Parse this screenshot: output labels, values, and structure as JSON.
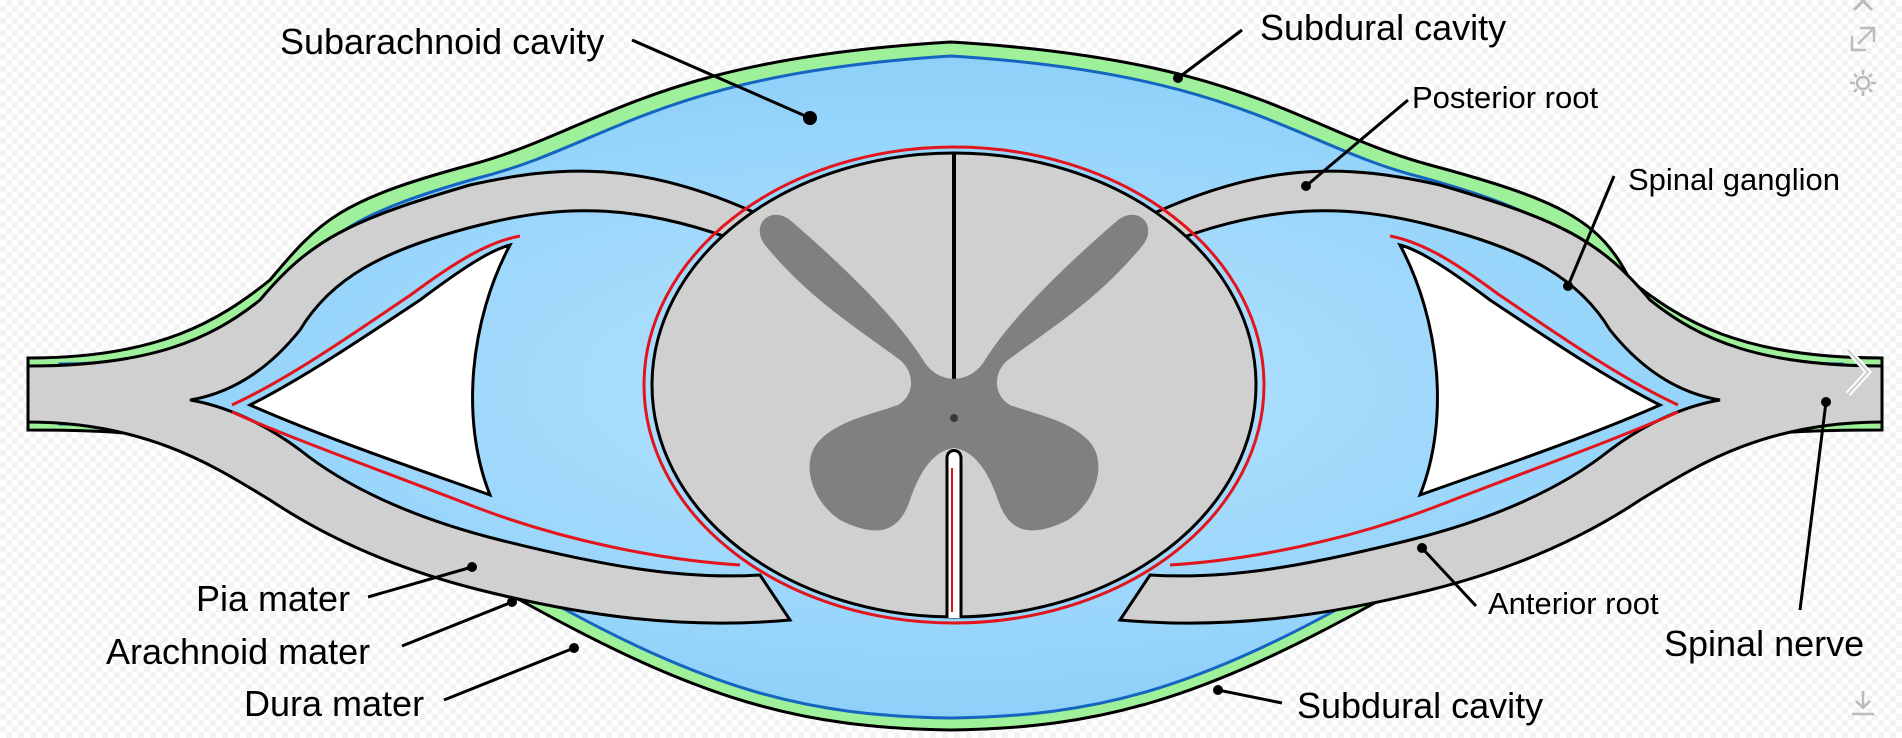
{
  "labels": {
    "subarachnoid_cavity": "Subarachnoid cavity",
    "subdural_cavity_top": "Subdural cavity",
    "posterior_root": "Posterior root",
    "spinal_ganglion": "Spinal ganglion",
    "pia_mater": "Pia mater",
    "arachnoid_mater": "Arachnoid mater",
    "dura_mater": "Dura mater",
    "subdural_cavity_bottom": "Subdural cavity",
    "anterior_root": "Anterior root",
    "spinal_nerve": "Spinal nerve"
  },
  "colors": {
    "dura_green": "#9ef09a",
    "arachnoid_blue": "#1565c0",
    "pia_red": "#e4141c",
    "cavity_blue_light": "#aee0ff",
    "cavity_blue_dark": "#7fc8f8",
    "white_matter": "#d0d0d0",
    "grey_matter": "#808080",
    "outline": "#000000"
  },
  "toolbar": {
    "icons": [
      "close-icon",
      "expand-icon",
      "settings-icon",
      "download-icon",
      "next-arrow-icon"
    ]
  }
}
